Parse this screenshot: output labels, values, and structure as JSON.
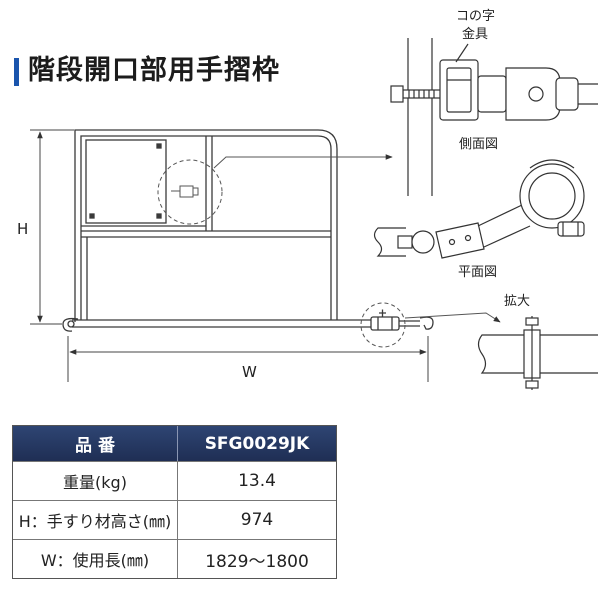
{
  "title": "階段開口部用手摺枠",
  "colors": {
    "accent": "#1a55ad",
    "table_header": "#1f2e54",
    "line": "#333333"
  },
  "drawing": {
    "dimension_h": "H",
    "dimension_w": "W",
    "bracket_label_line1": "コの字",
    "bracket_label_line2": "金具",
    "side_view_label": "側面図",
    "plan_view_label": "平面図",
    "enlarged_label": "拡大"
  },
  "spec_table": {
    "header": {
      "label": "品 番",
      "value": "SFG0029JK"
    },
    "rows": [
      {
        "label": "重量(kg)",
        "value": "13.4"
      },
      {
        "label": "H：手すり材高さ(㎜)",
        "value": "974"
      },
      {
        "label": "W：使用長(㎜)",
        "value": "1829～1800"
      }
    ]
  }
}
